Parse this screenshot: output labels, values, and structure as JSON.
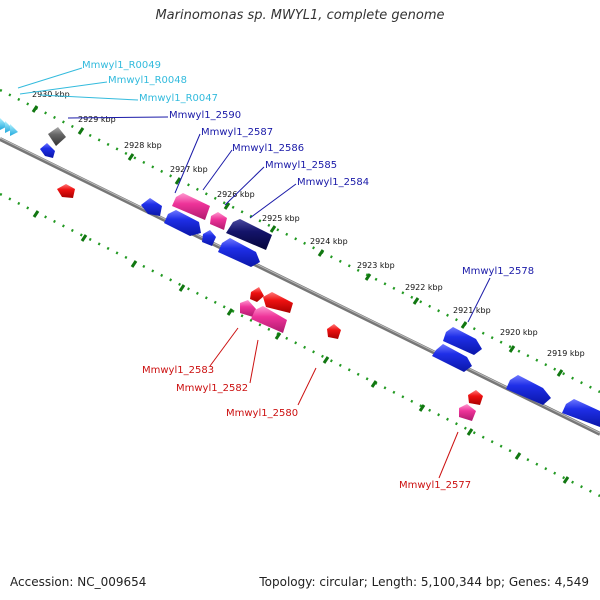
{
  "title": "Marinomonas sp. MWYL1, complete genome",
  "footer": {
    "accession": "Accession: NC_009654",
    "summary": "Topology: circular; Length: 5,100,344 bp; Genes: 4,549"
  },
  "kbp_ticks": [
    "2930 kbp",
    "2929 kbp",
    "2928 kbp",
    "2927 kbp",
    "2926 kbp",
    "2925 kbp",
    "2924 kbp",
    "2923 kbp",
    "2922 kbp",
    "2921 kbp",
    "2920 kbp",
    "2919 kbp"
  ],
  "gene_labels": {
    "r0049": "Mmwyl1_R0049",
    "r0048": "Mmwyl1_R0048",
    "r0047": "Mmwyl1_R0047",
    "g2590": "Mmwyl1_2590",
    "g2587": "Mmwyl1_2587",
    "g2586": "Mmwyl1_2586",
    "g2585": "Mmwyl1_2585",
    "g2584": "Mmwyl1_2584",
    "g2578": "Mmwyl1_2578",
    "g2583": "Mmwyl1_2583",
    "g2582": "Mmwyl1_2582",
    "g2580": "Mmwyl1_2580",
    "g2577": "Mmwyl1_2577"
  },
  "colors": {
    "rna_label": "#33bbdd",
    "forward_label": "#1a1aa8",
    "reverse_label": "#cc1111",
    "backbone": "#888888",
    "tick": "#229922",
    "cds_forward": "#1f2fe8",
    "cds_reverse": "#ee1111",
    "cds_pink": "#ee3399",
    "cds_dark": "#111166",
    "cds_gray": "#666666"
  }
}
